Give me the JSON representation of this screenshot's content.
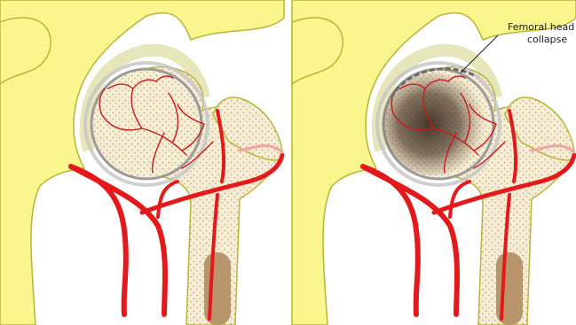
{
  "annotation": {
    "line1": "Femoral head",
    "line2": "collapse"
  },
  "colors": {
    "pelvis": "#f7f58a",
    "pelvis_outline": "#b8b43a",
    "bone": "#f5ecd6",
    "bone_dots": "#c7a565",
    "artery": "#e0181b",
    "artery_dark": "#b30f12",
    "marrow_canal": "#b5936a",
    "cartilage": "#9e9e9e",
    "necrosis": "#4a3a2a"
  },
  "panels": [
    {
      "id": "normal",
      "state": "healthy femoral head with intact blood supply"
    },
    {
      "id": "avascular",
      "state": "necrotic femoral head with collapse"
    }
  ]
}
